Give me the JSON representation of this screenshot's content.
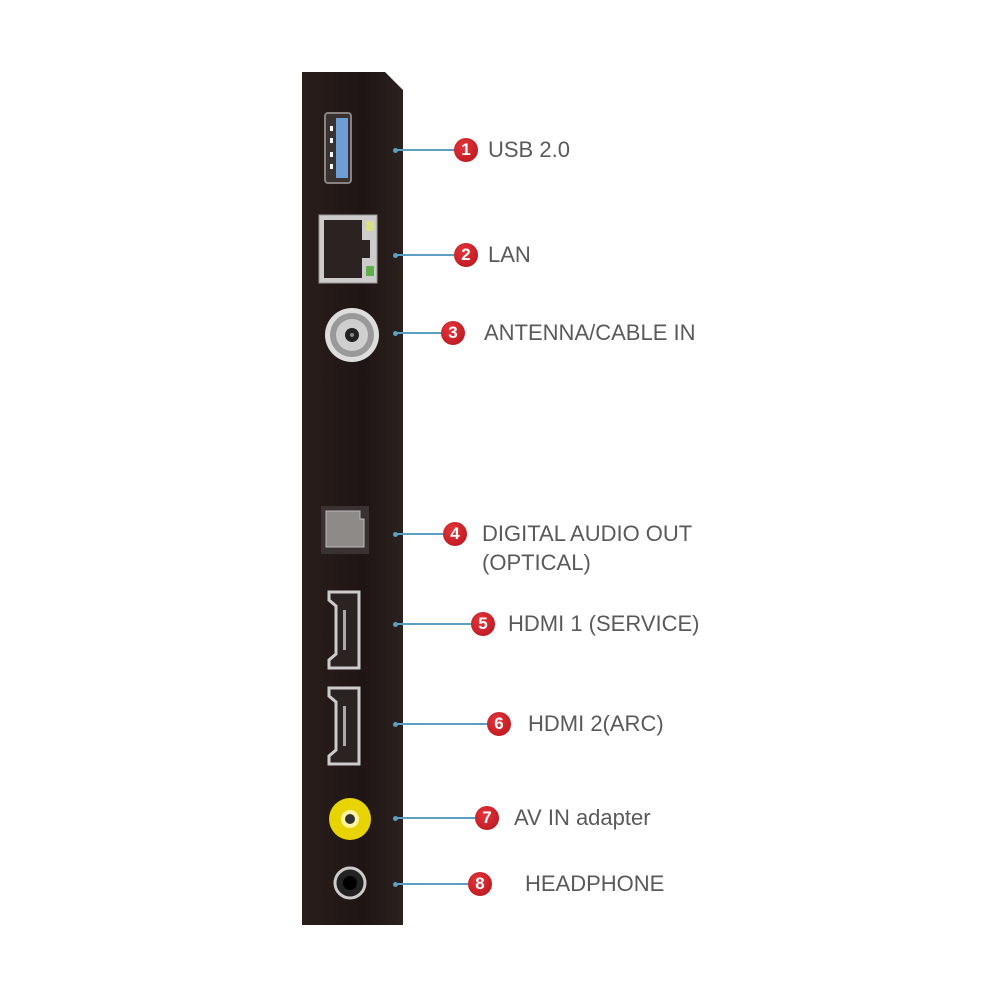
{
  "colors": {
    "panel": "#1e1514",
    "accent": "#c8202a",
    "leader": "#5b9fc4",
    "text": "#5a5a5a"
  },
  "ports": [
    {
      "number": "1",
      "label": "USB 2.0",
      "icon": "usb-port-icon"
    },
    {
      "number": "2",
      "label": "LAN",
      "icon": "ethernet-port-icon"
    },
    {
      "number": "3",
      "label": "ANTENNA/CABLE IN",
      "icon": "coax-port-icon"
    },
    {
      "number": "4",
      "label": "DIGITAL AUDIO OUT",
      "label2": "(OPTICAL)",
      "icon": "optical-port-icon"
    },
    {
      "number": "5",
      "label": "HDMI 1 (SERVICE)",
      "icon": "hdmi-port-icon"
    },
    {
      "number": "6",
      "label": "HDMI 2(ARC)",
      "icon": "hdmi-port-icon"
    },
    {
      "number": "7",
      "label": "AV IN adapter",
      "icon": "rca-port-icon"
    },
    {
      "number": "8",
      "label": "HEADPHONE",
      "icon": "headphone-jack-icon"
    }
  ]
}
